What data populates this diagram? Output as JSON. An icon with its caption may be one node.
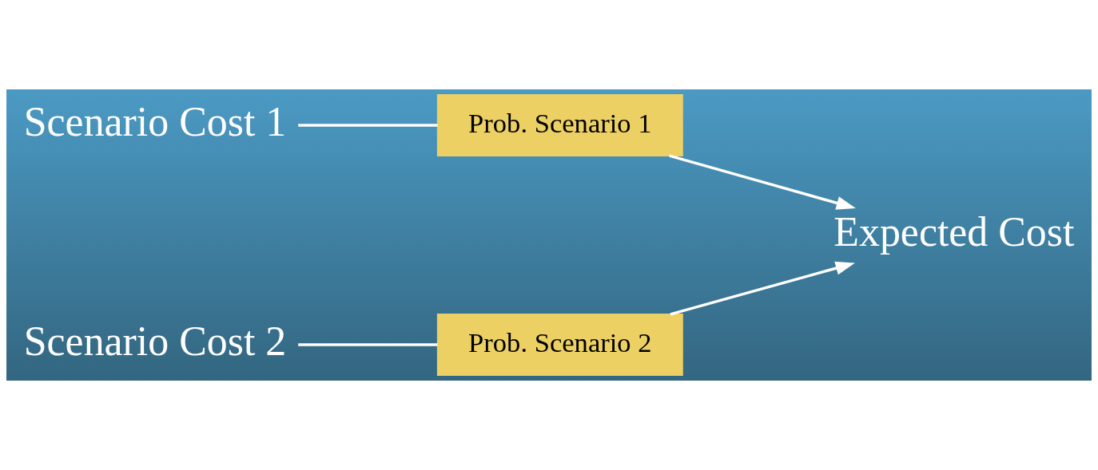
{
  "diagram": {
    "nodes": [
      {
        "text": [
          "Scenario Cost 1"
        ]
      },
      {
        "text": [
          "Prob. Scenario 1"
        ]
      },
      {
        "text": [
          "Expected Cost"
        ]
      },
      {
        "text": [
          "Scenario Cost 2"
        ]
      },
      {
        "text": [
          "Prob. Scenario 2"
        ]
      }
    ],
    "edges": [
      {
        "from": 0,
        "to": 1,
        "arrow": "none"
      },
      {
        "from": 1,
        "to": 2,
        "arrow": "to"
      },
      {
        "from": 3,
        "to": 4,
        "arrow": "none"
      },
      {
        "from": 4,
        "to": 2,
        "arrow": "to"
      }
    ]
  }
}
